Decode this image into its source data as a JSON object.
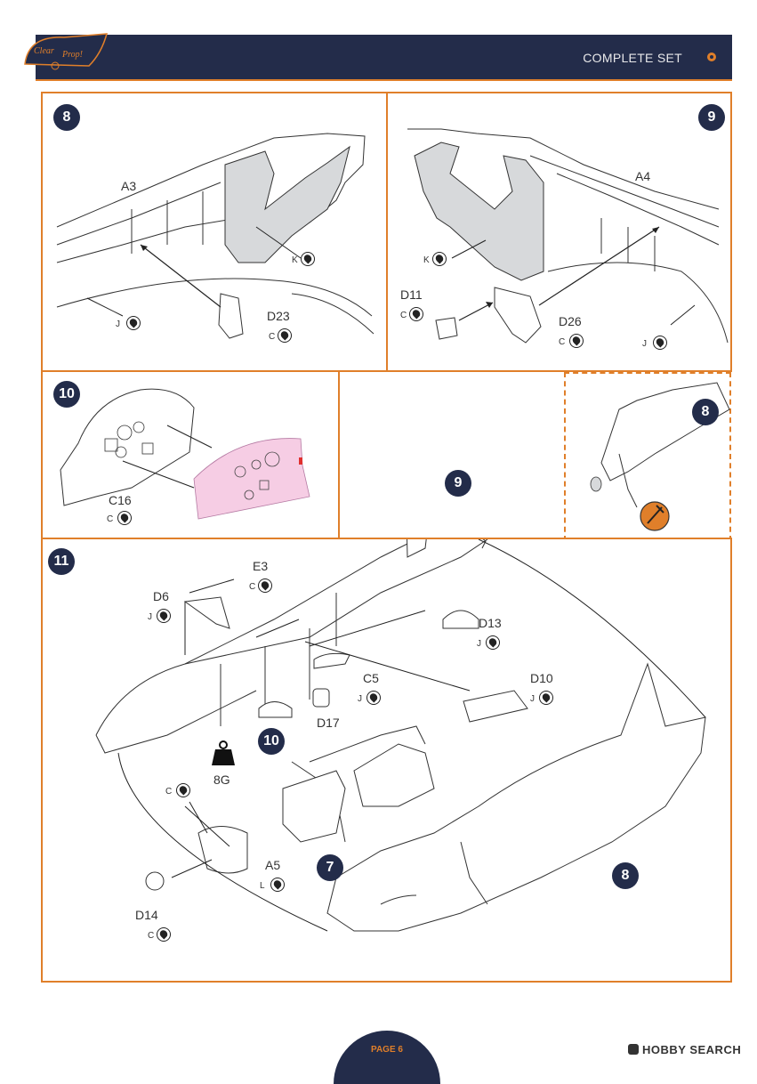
{
  "header": {
    "title": "COMPLETE SET",
    "logo_line1": "Clear",
    "logo_line2": "Prop!"
  },
  "steps": {
    "s8": {
      "number": "8",
      "parts": {
        "a3": "A3",
        "k": "K",
        "j": "J",
        "d23": "D23",
        "c": "C"
      }
    },
    "s9": {
      "number": "9",
      "parts": {
        "a4": "A4",
        "k": "K",
        "d11": "D11",
        "c1": "C",
        "d26": "D26",
        "c2": "C",
        "j": "J"
      }
    },
    "s10": {
      "number": "10",
      "parts": {
        "c16": "C16",
        "c": "C"
      }
    },
    "detail": {
      "number": "8"
    },
    "s11": {
      "number": "11",
      "parts": {
        "e3": "E3",
        "d6": "D6",
        "j1": "J",
        "d13": "D13",
        "j2": "J",
        "c5": "C5",
        "j3": "J",
        "d10": "D10",
        "j4": "J",
        "d17": "D17",
        "g8": "8G",
        "c": "C",
        "a5": "A5",
        "l": "L",
        "d14": "D14",
        "c2": "C"
      },
      "refs": {
        "r9": "9",
        "r10": "10",
        "r7": "7",
        "r8": "8"
      }
    }
  },
  "footer": {
    "page": "PAGE 6"
  },
  "watermark": {
    "text": "HOBBY SEARCH"
  },
  "colors": {
    "navy": "#232c4a",
    "orange": "#e07f2a",
    "grey_fill": "#d7d9db",
    "pink_fill": "#f6cde4"
  }
}
